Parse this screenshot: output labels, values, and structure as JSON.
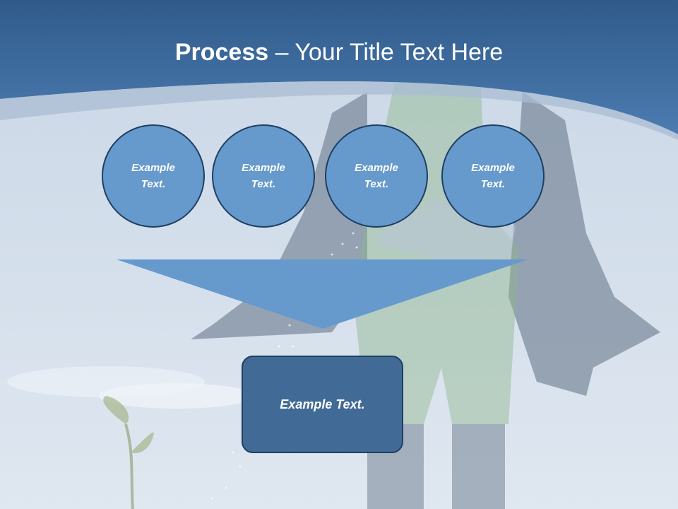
{
  "slide": {
    "title_bold": "Process",
    "title_rest": " – Your Title Text Here"
  },
  "steps": [
    {
      "label_line1": "Example",
      "label_line2": "Text."
    },
    {
      "label_line1": "Example",
      "label_line2": "Text."
    },
    {
      "label_line1": "Example",
      "label_line2": "Text."
    },
    {
      "label_line1": "Example",
      "label_line2": "Text."
    }
  ],
  "result": {
    "label": "Example Text."
  },
  "colors": {
    "header_blue": "#3e6c9f",
    "circle_fill": "#6699cc",
    "arrow_fill": "#6699cc",
    "box_fill": "#416a96",
    "outline": "#1f3f63"
  },
  "icons": [
    "watering-can-background-image",
    "sprout-background-image"
  ]
}
